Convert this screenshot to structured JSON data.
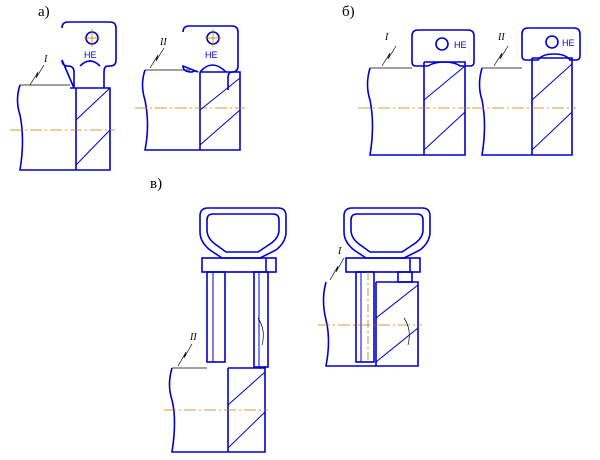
{
  "labels": {
    "a": "а)",
    "b": "б)",
    "v": "в)"
  },
  "gauge_text": "НЕ",
  "roman": {
    "i": "I",
    "ii": "II"
  },
  "colors": {
    "outline": "#0000cc",
    "axis": "#cc7700",
    "thin": "#000000"
  }
}
